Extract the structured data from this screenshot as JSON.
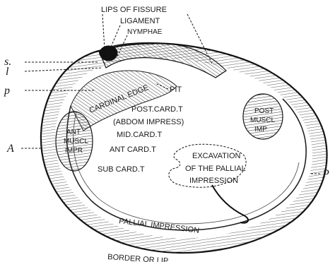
{
  "figure": {
    "labels": {
      "lips_of_fissure": "LIPS OF FISSURE",
      "ligament": "LIGAMENT",
      "nymphae": "NYMPHAE",
      "s": "s.",
      "l": "l",
      "p_small": "p",
      "cardinal_edge": "CARDINAL EDGE",
      "pit": "PIT",
      "post_card_t": "POST.CARD.T",
      "abdom_impress": "(ABDOM IMPRESS)",
      "mid_card_t": "MID.CARD.T",
      "ant_card_t": "ANT CARD.T",
      "sub_card_t": "SUB CARD.T",
      "ant_muscl": "ANT",
      "ant_muscl_2": "MUSCL",
      "ant_muscl_3": "IMPR",
      "post_muscl": "POST",
      "post_muscl_2": "MUSCL",
      "post_muscl_3": "IMP",
      "excavation_1": "EXCAVATION",
      "excavation_2": "OF THE PALLIAL",
      "excavation_3": "IMPRESSION",
      "pallial_impression": "PALLIAL IMPRESSION",
      "border_or_lip": "BORDER OR LIP",
      "side_a": "A",
      "side_p": "P"
    }
  }
}
